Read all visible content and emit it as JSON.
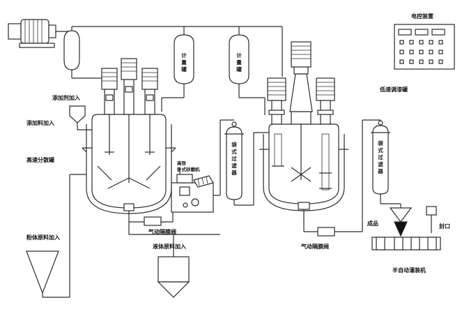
{
  "labels": {
    "control_device": "电控装置",
    "additive_in": "添加剂加入",
    "additive_material_in": "添加料加入",
    "high_speed_tank": "高速分散罐",
    "powder_in": "粉体原料加入",
    "liquid_in": "液体原料加入",
    "pneumatic_valve": "气动隔膜阀",
    "sand_mill_line1": "高效",
    "sand_mill_line2": "卧式砂磨机",
    "low_speed_tank": "低速调漆罐",
    "product": "成品",
    "seal": "封口",
    "filler": "半自动灌装机",
    "meter_tank": "计量罐",
    "bag_filter": "袋式过滤器"
  },
  "colors": {
    "line": "#2a2a2a",
    "text": "#111111",
    "background": "#ffffff"
  }
}
